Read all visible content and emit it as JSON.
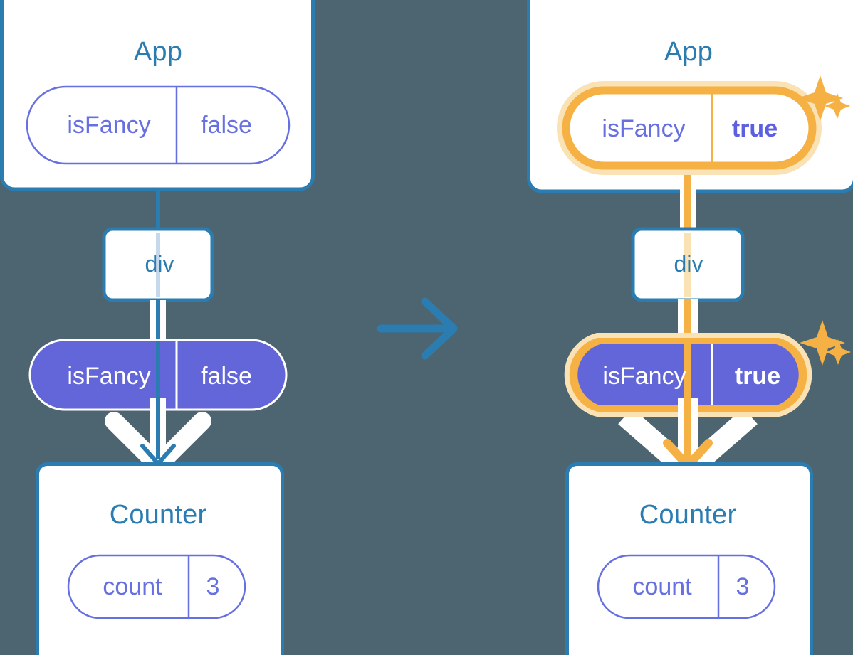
{
  "diagram": {
    "type": "react-state-propagation",
    "background_color": "#4d6570",
    "transition_arrow": {
      "icon": "arrow-right-icon",
      "color": "#2b7cb0"
    },
    "palette": {
      "box_border": "#2b7cb0",
      "box_fill": "#ffffff",
      "title_blue": "#2b7cb0",
      "purple": "#6366d9",
      "purple_text": "#6770e0",
      "highlight_orange": "#f5b143",
      "highlight_glow": "#fbe2b4",
      "white": "#ffffff"
    },
    "panels": [
      {
        "id": "before",
        "highlighted": false,
        "line_color": "#2b7cb0",
        "app": {
          "title": "App",
          "prop": {
            "name": "isFancy",
            "value": "false",
            "style": "outline",
            "bold_value": false,
            "highlighted": false
          }
        },
        "div": {
          "label": "div"
        },
        "prop_pill": {
          "name": "isFancy",
          "value": "false",
          "style": "solid",
          "bold_value": false,
          "highlighted": false
        },
        "counter": {
          "title": "Counter",
          "prop": {
            "name": "count",
            "value": "3",
            "style": "outline",
            "bold_value": false,
            "highlighted": false
          }
        },
        "sparkles": false
      },
      {
        "id": "after",
        "highlighted": true,
        "line_color": "#f5b143",
        "app": {
          "title": "App",
          "prop": {
            "name": "isFancy",
            "value": "true",
            "style": "outline",
            "bold_value": true,
            "highlighted": true
          }
        },
        "div": {
          "label": "div"
        },
        "prop_pill": {
          "name": "isFancy",
          "value": "true",
          "style": "solid",
          "bold_value": true,
          "highlighted": true
        },
        "counter": {
          "title": "Counter",
          "prop": {
            "name": "count",
            "value": "3",
            "style": "outline",
            "bold_value": false,
            "highlighted": false
          }
        },
        "sparkles": true
      }
    ]
  }
}
